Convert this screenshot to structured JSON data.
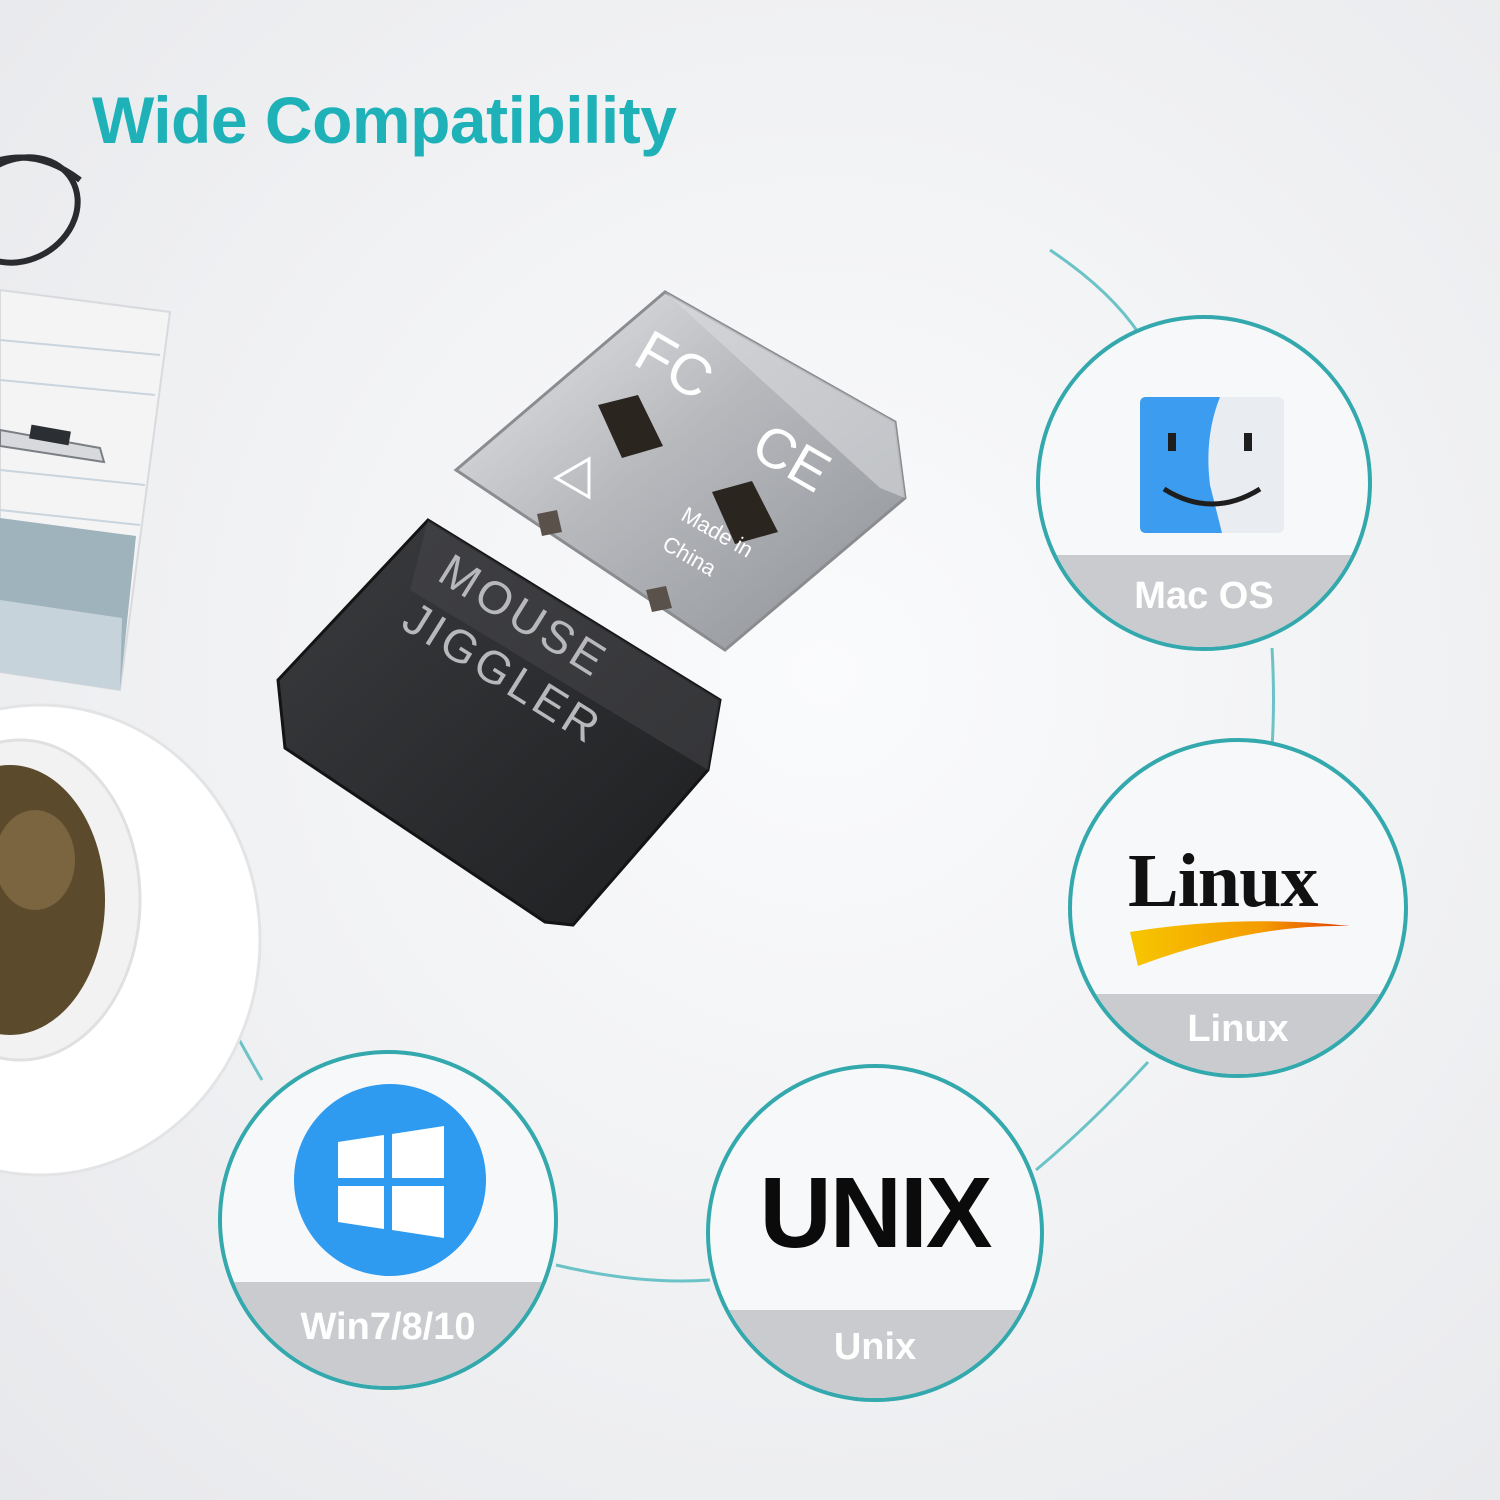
{
  "title": "Wide Compatibility",
  "colors": {
    "accent": "#1fb1b8",
    "ring": "#33a8ad",
    "band": "#cacbce",
    "windows_blue": "#2e9bf0"
  },
  "device": {
    "brand_line1": "MOUSE",
    "brand_line2": "JIGGLER",
    "marks": [
      "FC",
      "CE"
    ],
    "origin_line1": "Made in",
    "origin_line2": "China"
  },
  "os_badges": [
    {
      "label": "Mac OS",
      "icon": "finder-icon"
    },
    {
      "label": "Linux",
      "logo_text": "Linux",
      "icon": "linux-logo"
    },
    {
      "label": "Unix",
      "logo_text": "UNIX",
      "icon": "unix-logo"
    },
    {
      "label": "Win7/8/10",
      "icon": "windows-icon"
    }
  ],
  "desk_items": [
    "glasses",
    "notepad",
    "pen",
    "coffee-cup"
  ]
}
